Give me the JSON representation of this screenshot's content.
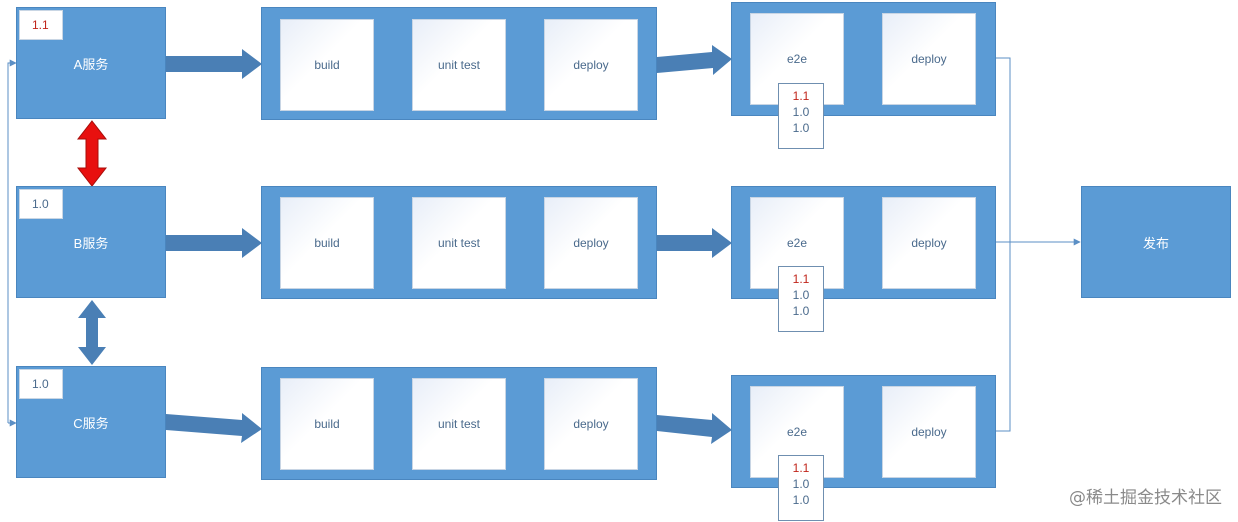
{
  "services": [
    {
      "name": "A服务",
      "version": "1.1",
      "version_is_new": true
    },
    {
      "name": "B服务",
      "version": "1.0",
      "version_is_new": false
    },
    {
      "name": "C服务",
      "version": "1.0",
      "version_is_new": false
    }
  ],
  "ci_stages": [
    "build",
    "unit test",
    "deploy"
  ],
  "e2e_stages": [
    "e2e",
    "deploy"
  ],
  "version_lists": [
    [
      "1.1",
      "1.0",
      "1.0"
    ],
    [
      "1.1",
      "1.0",
      "1.0"
    ],
    [
      "1.1",
      "1.0",
      "1.0"
    ]
  ],
  "release_label": "发布",
  "watermark": "@稀土掘金技术社区",
  "colors": {
    "box_blue": "#5b9bd5",
    "arrow_blue": "#4a7fb5",
    "conflict_red": "#e8100f",
    "new_version_red": "#c0241a"
  }
}
